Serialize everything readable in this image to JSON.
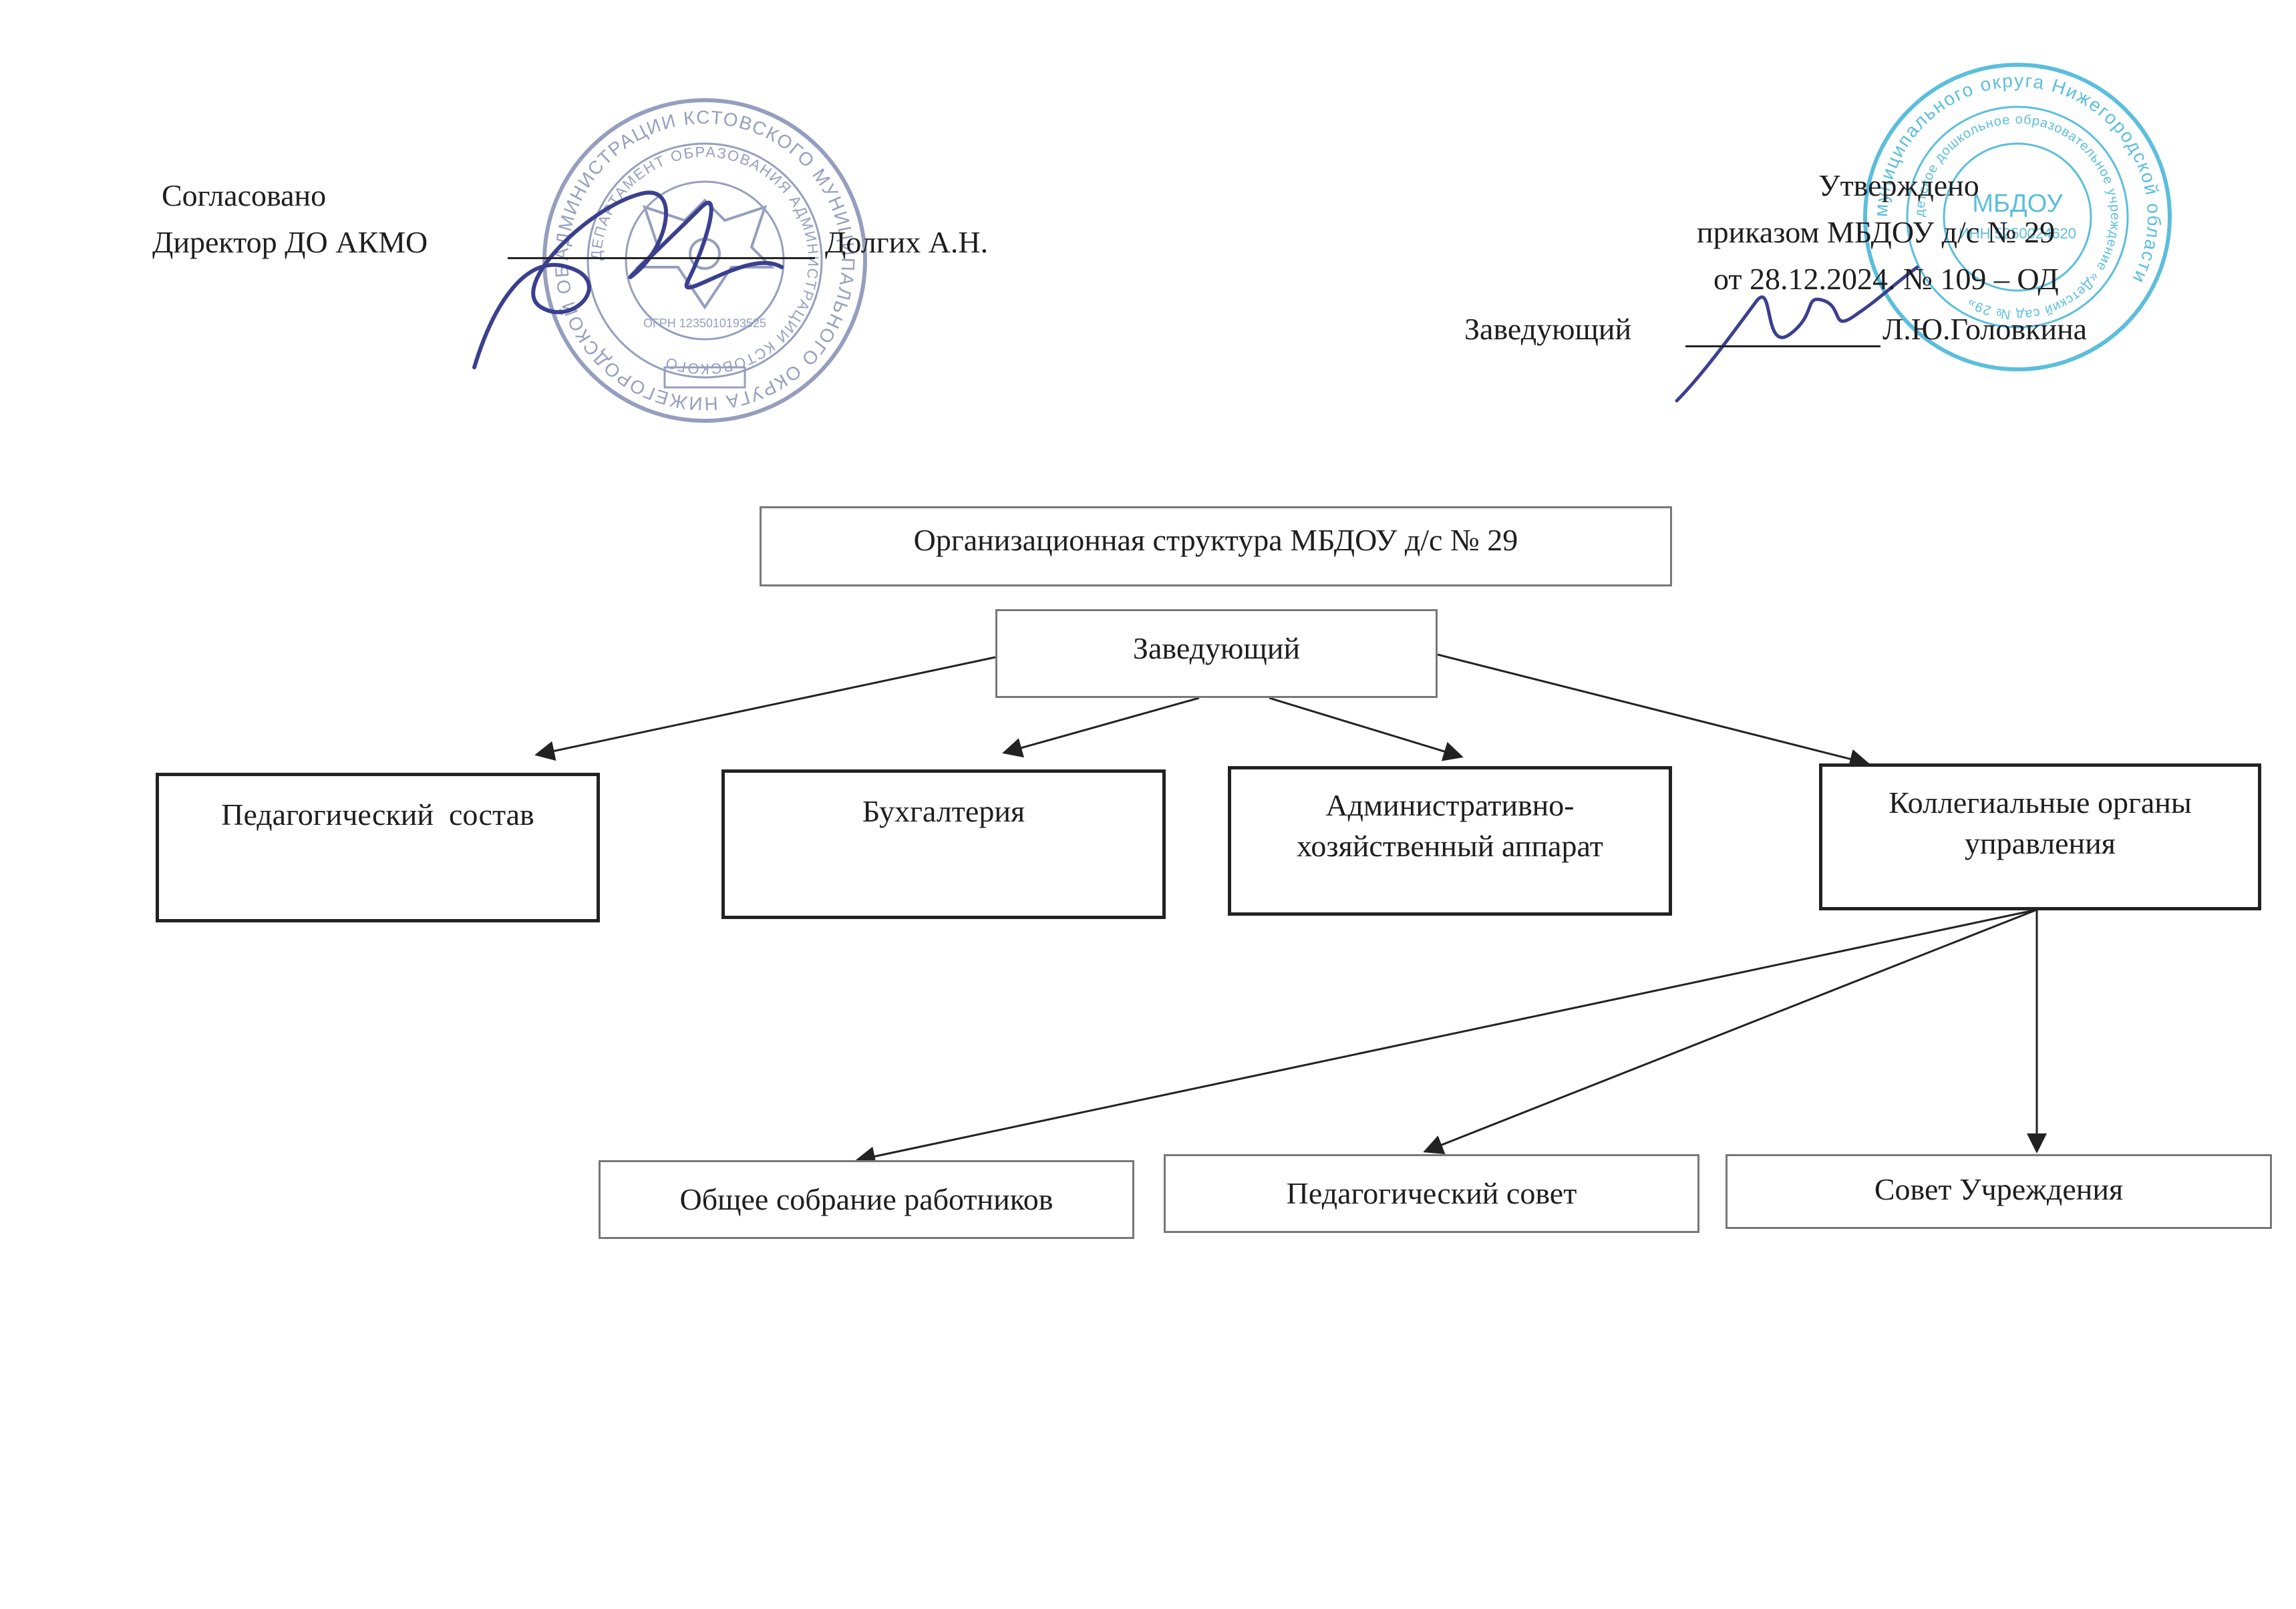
{
  "approval_left": {
    "agreed": "Согласовано",
    "director_label": "Директор ДО АКМО",
    "director_name": "Долгих А.Н."
  },
  "approval_right": {
    "approved": "Утверждено",
    "order_line": "приказом МБДОУ д/с № 29",
    "order_date": "от 28.12.2024. № 109 – ОД",
    "head_label": "Заведующий",
    "head_name": "Л.Ю.Головкина"
  },
  "stamp_left": {
    "outer_text": "АДМИНИСТРАЦИИ КСТОВСКОГО МУНИЦИПАЛЬНОГО ОКРУГА НИЖЕГОРОДСКОЙ ОБЛАСТИ",
    "inner_text": "ДЕПАРТАМЕНТ ОБРАЗОВАНИЯ АДМИНИСТРАЦИИ КСТОВСКОГО",
    "code": "ОГРН 1235010193525"
  },
  "stamp_right": {
    "outer_text": "муниципального округа Нижегородской области",
    "inner_text": "детское дошкольное образовательное учреждение «Детский сад № 29»",
    "center": "МБДОУ",
    "inn": "ИНН 5250024620"
  },
  "chart": {
    "title": "Организационная структура МБДОУ д/с № 29",
    "head": "Заведующий",
    "units": [
      "Педагогический  состав",
      "Бухгалтерия",
      "Административно-\nхозяйственный аппарат",
      "Коллегиальные органы\nуправления"
    ],
    "collegial": [
      "Общее собрание работников",
      "Педагогический совет",
      "Совет Учреждения"
    ]
  },
  "colors": {
    "ink": "#1e1e1e",
    "stamp_left": "#7c86b0",
    "stamp_right": "#3fb3d6",
    "signature": "#3a3f8f"
  }
}
